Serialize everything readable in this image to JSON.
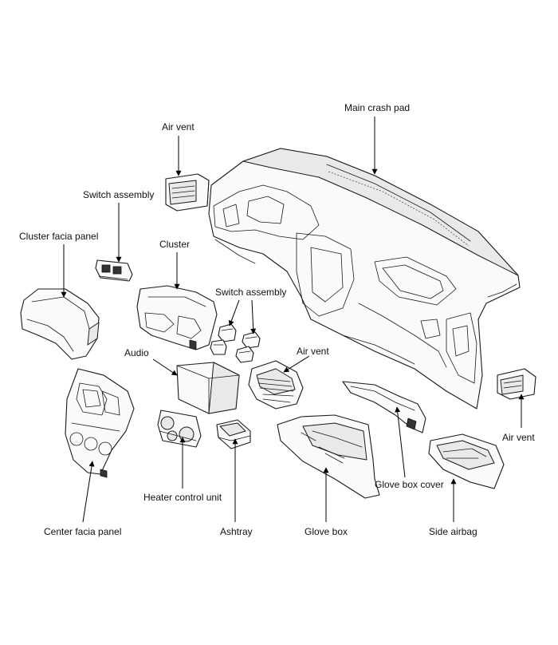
{
  "labels": {
    "main_crash_pad": "Main crash pad",
    "air_vent_top": "Air vent",
    "switch_assembly_left": "Switch assembly",
    "cluster_facia_panel": "Cluster facia panel",
    "cluster": "Cluster",
    "switch_assembly_center": "Switch assembly",
    "audio": "Audio",
    "air_vent_center": "Air vent",
    "air_vent_right": "Air vent",
    "heater_control_unit": "Heater control unit",
    "center_facia_panel": "Center facia panel",
    "ashtray": "Ashtray",
    "glove_box": "Glove box",
    "glove_box_cover": "Glove box cover",
    "side_airbag": "Side airbag"
  }
}
